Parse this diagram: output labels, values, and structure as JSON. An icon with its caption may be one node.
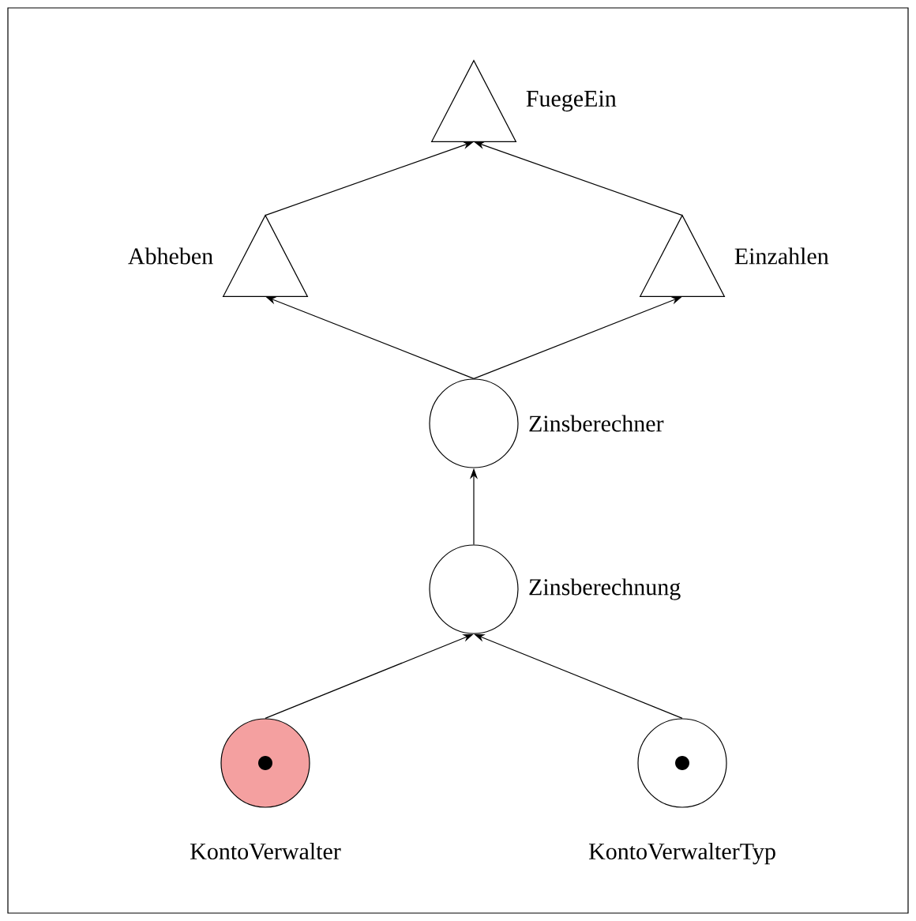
{
  "diagram": {
    "nodes": [
      {
        "text": [
          "FuegeEin"
        ]
      },
      {
        "text": [
          "Abheben"
        ]
      },
      {
        "text": [
          "Einzahlen"
        ]
      },
      {
        "text": [
          "Zinsberechner"
        ]
      },
      {
        "text": [
          "Zinsberechnung"
        ]
      },
      {
        "text": [
          "KontoVerwalter"
        ]
      },
      {
        "text": [
          "KontoVerwalterTyp"
        ]
      }
    ],
    "edges": [
      {
        "from": 1,
        "to": 0,
        "arrow": "to"
      },
      {
        "from": 2,
        "to": 0,
        "arrow": "to"
      },
      {
        "from": 3,
        "to": 1,
        "arrow": "to"
      },
      {
        "from": 3,
        "to": 2,
        "arrow": "to"
      },
      {
        "from": 4,
        "to": 3,
        "arrow": "to"
      },
      {
        "from": 5,
        "to": 4,
        "arrow": "to"
      },
      {
        "from": 6,
        "to": 4,
        "arrow": "to"
      }
    ]
  }
}
